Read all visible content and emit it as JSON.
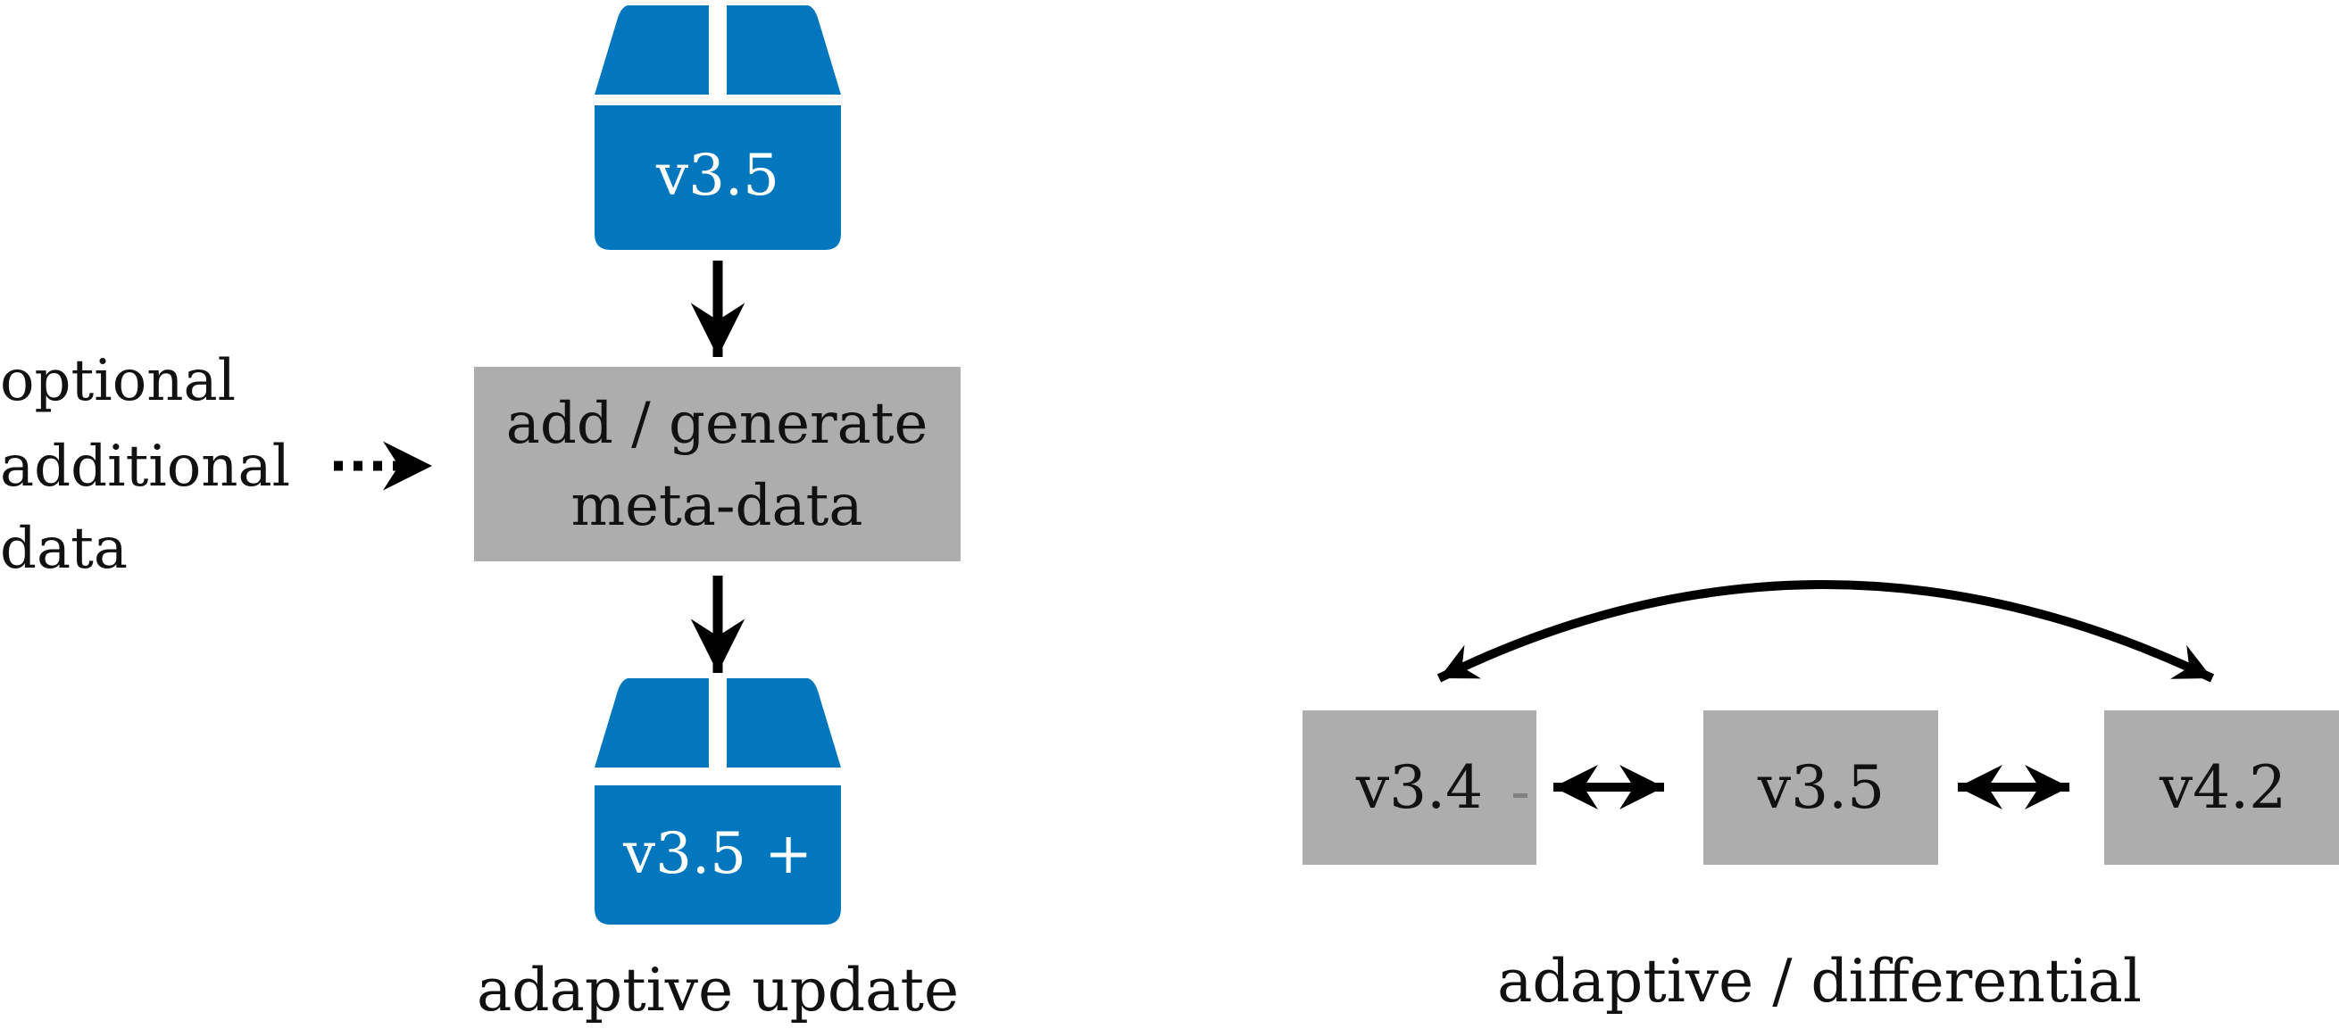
{
  "colors": {
    "package_blue": "#0277BD",
    "box_gray": "#ADADAD",
    "arrow": "#000000",
    "text_dark": "#111111",
    "text_white": "#ffffff"
  },
  "left": {
    "package_top": {
      "label": "v3.5",
      "icon": "package-icon"
    },
    "process_box": {
      "line1": "add / generate",
      "line2": "meta-data"
    },
    "package_bottom": {
      "label": "v3.5 +",
      "icon": "package-icon"
    },
    "side_input": {
      "line1": "optional",
      "line2": "additional",
      "line3": "data"
    },
    "caption": "adaptive update"
  },
  "right": {
    "versions": [
      "v3.4",
      "v3.5",
      "v4.2"
    ],
    "caption": "adaptive / differential"
  }
}
